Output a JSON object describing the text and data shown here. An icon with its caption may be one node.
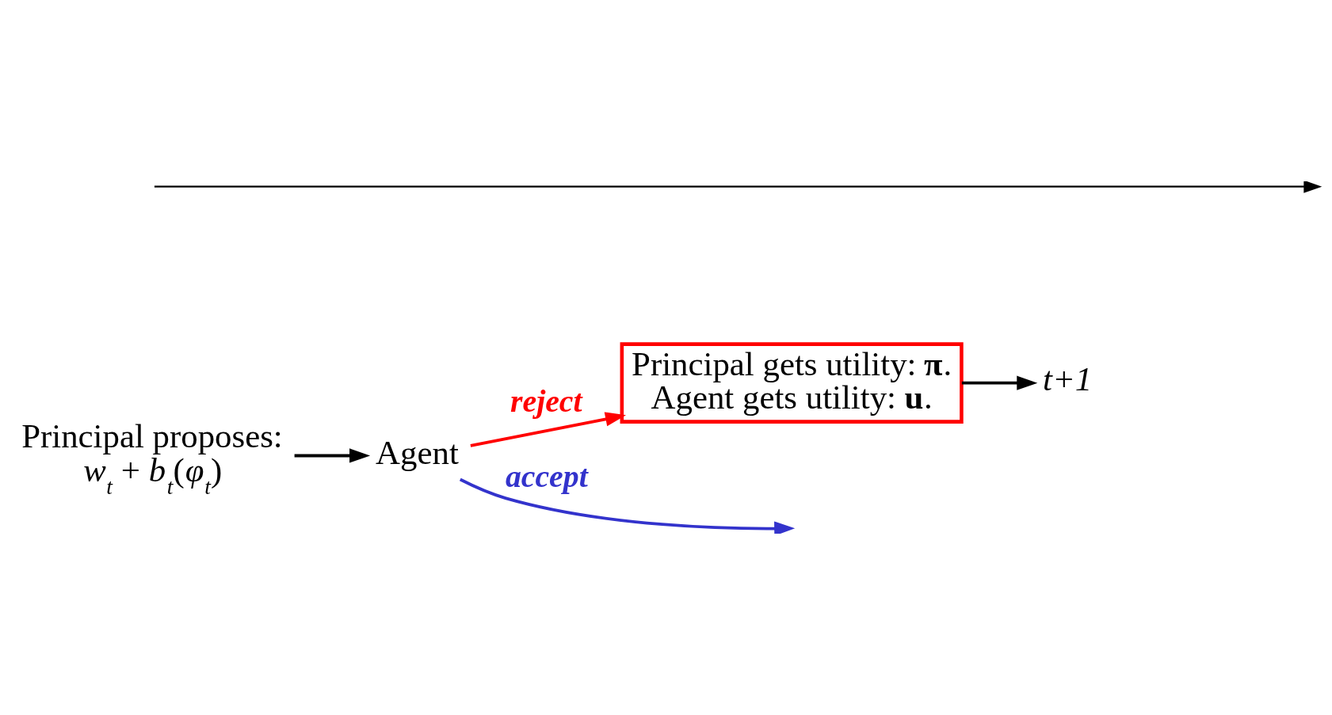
{
  "diagram": {
    "nodes": [
      {
        "text": [
          "Principal proposes:",
          "*w*$_{t}$ + *b*$_{t}$(*φ*$_{t}$)"
        ]
      },
      {
        "text": [
          "Agent"
        ]
      },
      {
        "text": [
          "Principal gets utility: **π**.",
          "Agent gets utility: **u**."
        ]
      },
      {
        "text": [
          "*t+1*"
        ]
      }
    ],
    "edges": [
      {
        "from": 0,
        "to": 1,
        "arrow": "to"
      },
      {
        "from": 1,
        "to": 2,
        "arrow": "to",
        "label": "reject",
        "color": "#ff0000"
      },
      {
        "from": 2,
        "to": 3,
        "arrow": "to"
      },
      {
        "from": 1,
        "to": null,
        "arrow": "to",
        "label": "accept",
        "color": "#3333cc"
      }
    ]
  }
}
